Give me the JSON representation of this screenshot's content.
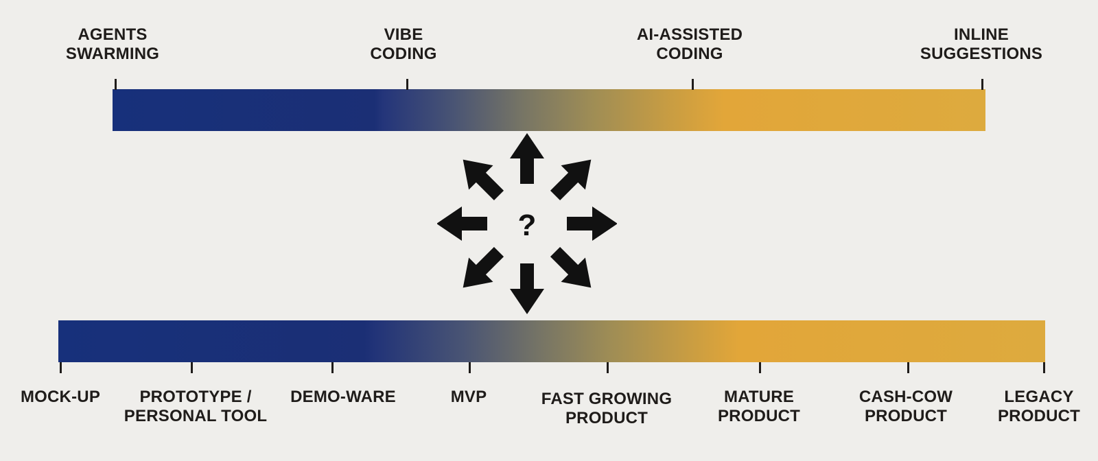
{
  "diagram": {
    "top_spectrum": {
      "labels": [
        "AGENTS\nSWARMING",
        "VIBE\nCODING",
        "AI-ASSISTED\nCODING",
        "INLINE\nSUGGESTIONS"
      ]
    },
    "center": {
      "mark": "?",
      "icon": "question-arrows-icon"
    },
    "bottom_spectrum": {
      "labels": [
        "MOCK-UP",
        "PROTOTYPE /\nPERSONAL TOOL",
        "DEMO-WARE",
        "MVP",
        "FAST GROWING\nPRODUCT",
        "MATURE\nPRODUCT",
        "CASH-COW\nPRODUCT",
        "LEGACY\nPRODUCT"
      ]
    },
    "colors": {
      "blue": "#17307b",
      "gold": "#e2a639",
      "background": "#efeeeb",
      "ink": "#1f1c1a"
    }
  }
}
